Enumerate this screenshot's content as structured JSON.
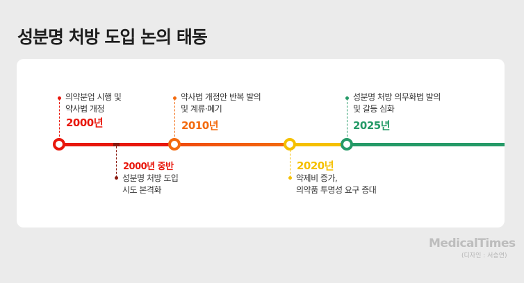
{
  "title": "성분명 처방 도입 논의 태동",
  "events": [
    {
      "year": "2000년",
      "text1": "의약분업 시행 및",
      "text2": "약사법 개정",
      "color": "#e8170c"
    },
    {
      "year": "2000년 중반",
      "text1": "성분명 처방 도입",
      "text2": "시도 본격화",
      "color": "#e8170c",
      "dot_color": "#8b1a10"
    },
    {
      "year": "2010년",
      "text1": "약사법 개정안 반복 발의",
      "text2": "및 계류·폐기",
      "color": "#f36a0e"
    },
    {
      "year": "2020년",
      "text1": "약제비 증가,",
      "text2": "의약품 투명성 요구 증대",
      "color": "#f5c000"
    },
    {
      "year": "2025년",
      "text1": "성분명 처방 의무화법 발의",
      "text2": "및 갈등 심화",
      "color": "#259a67"
    }
  ],
  "logo": "MedicalTimes",
  "credit": "(디자인 : 서승연)"
}
